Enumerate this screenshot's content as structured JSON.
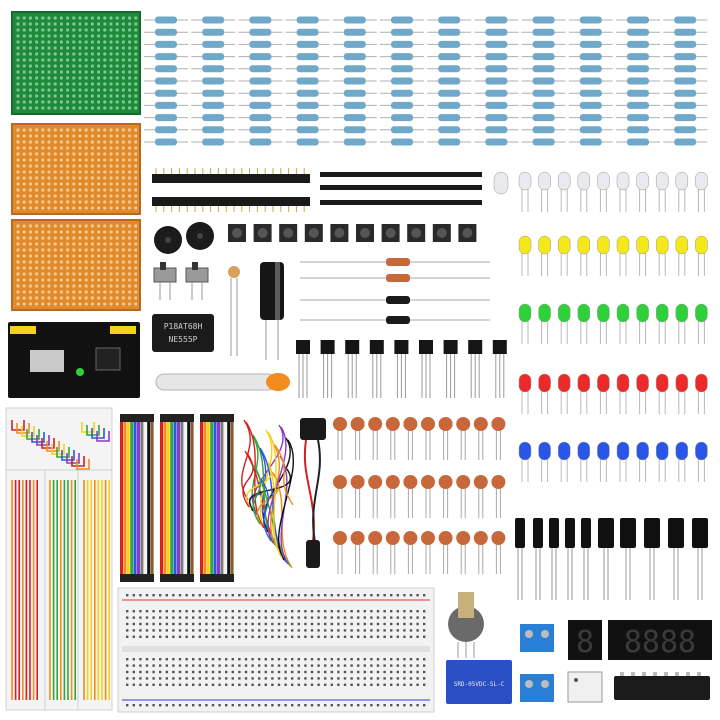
{
  "ic_555": {
    "line1": "P18AT68H",
    "line2": "NE555P"
  },
  "relay": {
    "line1": "SRD-05VDC-SL-C"
  },
  "seven_seg": {
    "single": "8",
    "quad": "8888"
  },
  "colors": {
    "pcb_green": "#1f8a3c",
    "pcb_orange": "#e08a2c",
    "resistor_body": "#6fa8c9",
    "led_yellow": "#f4e81a",
    "led_green": "#2fd13a",
    "led_red": "#ec2a2a",
    "led_blue": "#2a56e8",
    "capacitor": "#c8683a",
    "terminal_blue": "#2a7fd6"
  },
  "components": [
    "green-perfboard",
    "orange-perfboards",
    "resistor-rows",
    "pin-headers",
    "buzzers",
    "tactile-buttons",
    "slide-switches",
    "ic-555",
    "power-module",
    "solder-tube",
    "electrolytic-capacitors",
    "diodes",
    "transistors",
    "clear-leds",
    "yellow-leds",
    "green-leds",
    "red-leds",
    "blue-leds",
    "jumper-wire-box",
    "dupont-cables",
    "battery-clip",
    "ceramic-capacitors",
    "breadboard",
    "potentiometer",
    "relay",
    "terminal-blocks",
    "7-segment-displays",
    "optocoupler",
    "ic-chip"
  ]
}
